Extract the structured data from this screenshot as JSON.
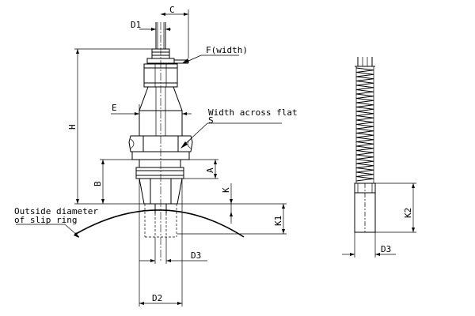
{
  "labels": {
    "d1": "D1",
    "c": "C",
    "f_width": "F(width)",
    "e": "E",
    "width_across_flat": "Width across flat",
    "s": "S",
    "h": "H",
    "b": "B",
    "a": "A",
    "k": "K",
    "k1": "K1",
    "d3_left": "D3",
    "d2": "D2",
    "k2": "K2",
    "d3_right": "D3",
    "slip_ring_line1": "Outside diameter",
    "slip_ring_line2": "of slip ring"
  }
}
